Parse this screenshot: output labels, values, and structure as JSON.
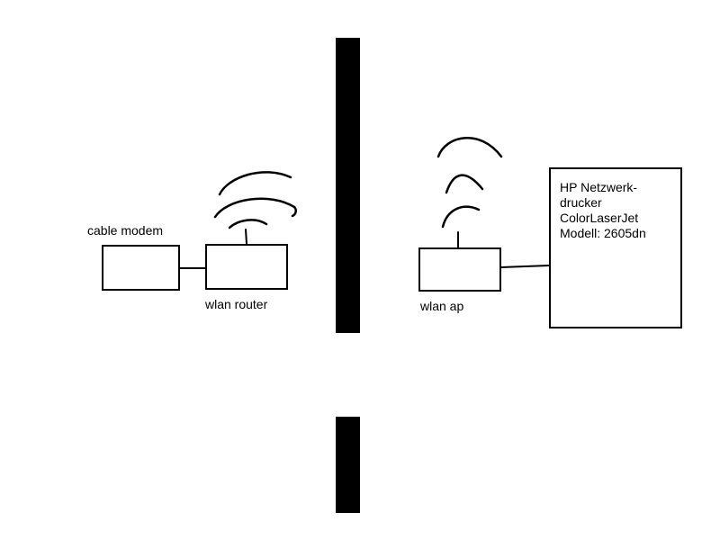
{
  "diagram": {
    "cable_modem_label": "cable modem",
    "wlan_router_label": "wlan router",
    "wlan_ap_label": "wlan ap",
    "printer": {
      "lines": [
        "HP Netzwerk-",
        "drucker",
        "ColorLaserJet",
        "Modell: 2605dn"
      ]
    },
    "colors": {
      "ink": "#000000",
      "background": "#ffffff"
    }
  }
}
